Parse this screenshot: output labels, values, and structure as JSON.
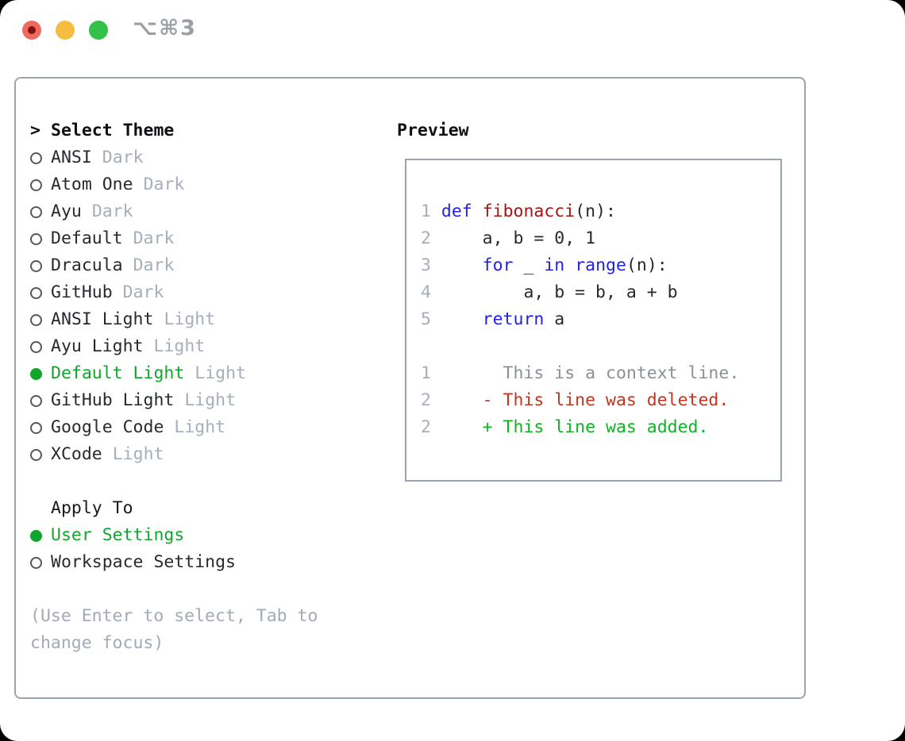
{
  "titlebar": {
    "shortcut": "⌥⌘3"
  },
  "colors": {
    "ink": "#26292e",
    "heading": "#0e1013",
    "muted": "#a6aeba",
    "green": "#12a52e",
    "blue": "#2222e2",
    "funcred": "#a31515",
    "delred": "#bf3722",
    "addgreen": "#0fb322",
    "ctxgray": "#8a9097",
    "border": "#9aa3ae",
    "hintc": "#a2aab6",
    "linenum": "#a6aeba",
    "lightred": "#ee6a5f",
    "reddot": "#7c150f",
    "lightyellow": "#f5bd40",
    "lightgreen": "#33c148",
    "shortcut": "#999fa7"
  },
  "theme_selector": {
    "cursor": ">",
    "title": "Select Theme",
    "items": [
      {
        "name": "ANSI",
        "variant": "Dark",
        "selected": false
      },
      {
        "name": "Atom One",
        "variant": "Dark",
        "selected": false
      },
      {
        "name": "Ayu",
        "variant": "Dark",
        "selected": false
      },
      {
        "name": "Default",
        "variant": "Dark",
        "selected": false
      },
      {
        "name": "Dracula",
        "variant": "Dark",
        "selected": false
      },
      {
        "name": "GitHub",
        "variant": "Dark",
        "selected": false
      },
      {
        "name": "ANSI Light",
        "variant": "Light",
        "selected": false
      },
      {
        "name": "Ayu Light",
        "variant": "Light",
        "selected": false
      },
      {
        "name": "Default Light",
        "variant": "Light",
        "selected": true
      },
      {
        "name": "GitHub Light",
        "variant": "Light",
        "selected": false
      },
      {
        "name": "Google Code",
        "variant": "Light",
        "selected": false
      },
      {
        "name": "XCode",
        "variant": "Light",
        "selected": false
      }
    ],
    "apply": {
      "title": "Apply To",
      "options": [
        {
          "label": "User Settings",
          "selected": true
        },
        {
          "label": "Workspace Settings",
          "selected": false
        }
      ]
    },
    "hint": "(Use Enter to select, Tab to change focus)"
  },
  "preview": {
    "title": "Preview",
    "lines": [
      {
        "tokens": [
          {
            "t": "1 ",
            "c": "num"
          },
          {
            "t": "def",
            "c": "kw"
          },
          {
            "t": " ",
            "c": "plain"
          },
          {
            "t": "fibonacci",
            "c": "fn"
          },
          {
            "t": "(n):",
            "c": "plain"
          }
        ]
      },
      {
        "tokens": [
          {
            "t": "2 ",
            "c": "num"
          },
          {
            "t": "    a, b = 0, 1",
            "c": "plain"
          }
        ]
      },
      {
        "tokens": [
          {
            "t": "3 ",
            "c": "num"
          },
          {
            "t": "    ",
            "c": "plain"
          },
          {
            "t": "for",
            "c": "kw"
          },
          {
            "t": " _ ",
            "c": "plain"
          },
          {
            "t": "in",
            "c": "kw"
          },
          {
            "t": " ",
            "c": "plain"
          },
          {
            "t": "range",
            "c": "kw"
          },
          {
            "t": "(n):",
            "c": "plain"
          }
        ]
      },
      {
        "tokens": [
          {
            "t": "4 ",
            "c": "num"
          },
          {
            "t": "        a, b = b, a + b",
            "c": "plain"
          }
        ]
      },
      {
        "tokens": [
          {
            "t": "5 ",
            "c": "num"
          },
          {
            "t": "    ",
            "c": "plain"
          },
          {
            "t": "return",
            "c": "kw"
          },
          {
            "t": " a",
            "c": "plain"
          }
        ]
      },
      {
        "tokens": [
          {
            "t": "",
            "c": "plain"
          }
        ]
      },
      {
        "tokens": [
          {
            "t": "1 ",
            "c": "num"
          },
          {
            "t": "      This is a context line.",
            "c": "ctx"
          }
        ]
      },
      {
        "tokens": [
          {
            "t": "2 ",
            "c": "num"
          },
          {
            "t": "    - This line was deleted.",
            "c": "del"
          }
        ]
      },
      {
        "tokens": [
          {
            "t": "2 ",
            "c": "num"
          },
          {
            "t": "    + This line was added.",
            "c": "add"
          }
        ]
      }
    ]
  }
}
